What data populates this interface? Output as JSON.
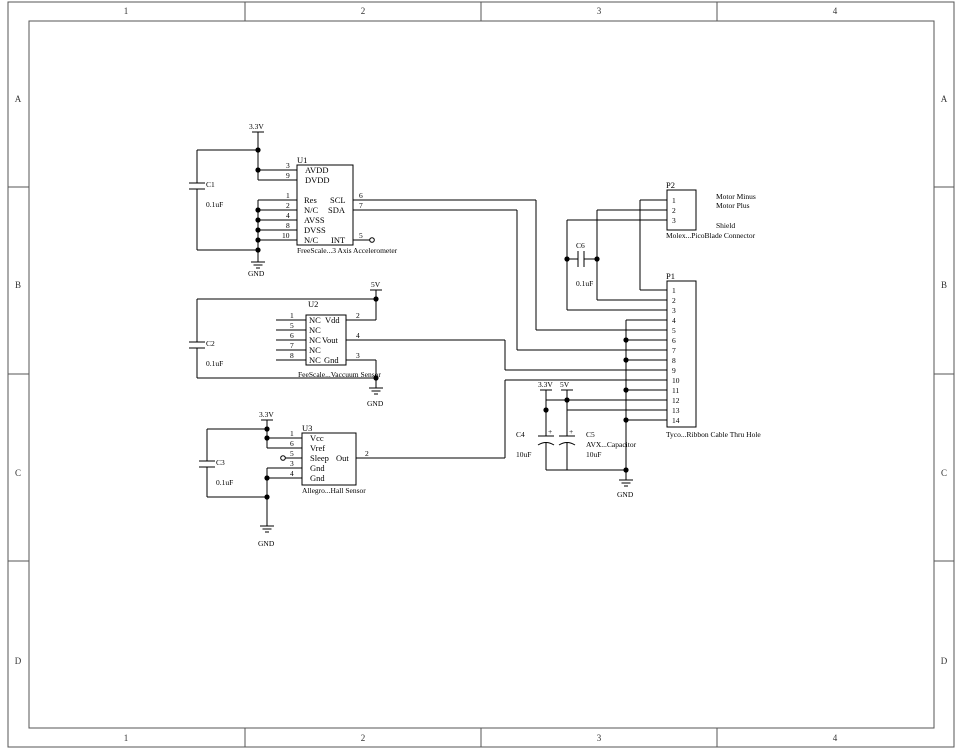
{
  "frame": {
    "columns": [
      "1",
      "2",
      "3",
      "4"
    ],
    "rows": [
      "A",
      "B",
      "C",
      "D"
    ]
  },
  "components": {
    "u1": {
      "ref": "U1",
      "name": "FreeScale...3 Axis Accelerometer",
      "pins": [
        {
          "num": "3",
          "label": "AVDD"
        },
        {
          "num": "9",
          "label": "DVDD"
        },
        {
          "num": "1",
          "label": "Res"
        },
        {
          "num": "2",
          "label": "N/C"
        },
        {
          "num": "4",
          "label": "AVSS"
        },
        {
          "num": "8",
          "label": "DVSS"
        },
        {
          "num": "10",
          "label": "N/C"
        },
        {
          "num": "6",
          "label": "SCL"
        },
        {
          "num": "7",
          "label": "SDA"
        },
        {
          "num": "5",
          "label": "INT"
        }
      ]
    },
    "u2": {
      "ref": "U2",
      "name": "FeeScale...Vaccuum Sensor",
      "pins": [
        {
          "num": "1",
          "label": "NC"
        },
        {
          "num": "5",
          "label": "NC"
        },
        {
          "num": "6",
          "label": "NC"
        },
        {
          "num": "7",
          "label": "NC"
        },
        {
          "num": "8",
          "label": "NC"
        },
        {
          "num": "2",
          "label": "Vdd"
        },
        {
          "num": "4",
          "label": "Vout"
        },
        {
          "num": "3",
          "label": "Gnd"
        }
      ]
    },
    "u3": {
      "ref": "U3",
      "name": "Allegro...Hall Sensor",
      "pins": [
        {
          "num": "1",
          "label": "Vcc"
        },
        {
          "num": "6",
          "label": "Vref"
        },
        {
          "num": "5",
          "label": "Sleep"
        },
        {
          "num": "3",
          "label": "Gnd"
        },
        {
          "num": "4",
          "label": "Gnd"
        },
        {
          "num": "2",
          "label": "Out"
        }
      ]
    },
    "p1": {
      "ref": "P1",
      "name": "Tyco...Ribbon Cable Thru Hole",
      "pins": [
        "1",
        "2",
        "3",
        "4",
        "5",
        "6",
        "7",
        "8",
        "9",
        "10",
        "11",
        "12",
        "13",
        "14"
      ]
    },
    "p2": {
      "ref": "P2",
      "name": "Molex...PicoBlade Connector",
      "pins": [
        "1",
        "2",
        "3"
      ],
      "net_labels": [
        "Motor Minus",
        "Motor Plus",
        "Shield"
      ]
    },
    "c1": {
      "ref": "C1",
      "value": "0.1uF"
    },
    "c2": {
      "ref": "C2",
      "value": "0.1uF"
    },
    "c3": {
      "ref": "C3",
      "value": "0.1uF"
    },
    "c4": {
      "ref": "C4",
      "value": "10uF"
    },
    "c5": {
      "ref": "C5",
      "name": "AVX...Capacitor",
      "value": "10uF"
    },
    "c6": {
      "ref": "C6",
      "value": "0.1uF"
    }
  },
  "power": {
    "v33": "3.3V",
    "v5": "5V",
    "gnd": "GND",
    "polarity_plus": "+"
  },
  "colors": {
    "wire": "#000000",
    "frame": "#555555",
    "background": "#ffffff"
  }
}
